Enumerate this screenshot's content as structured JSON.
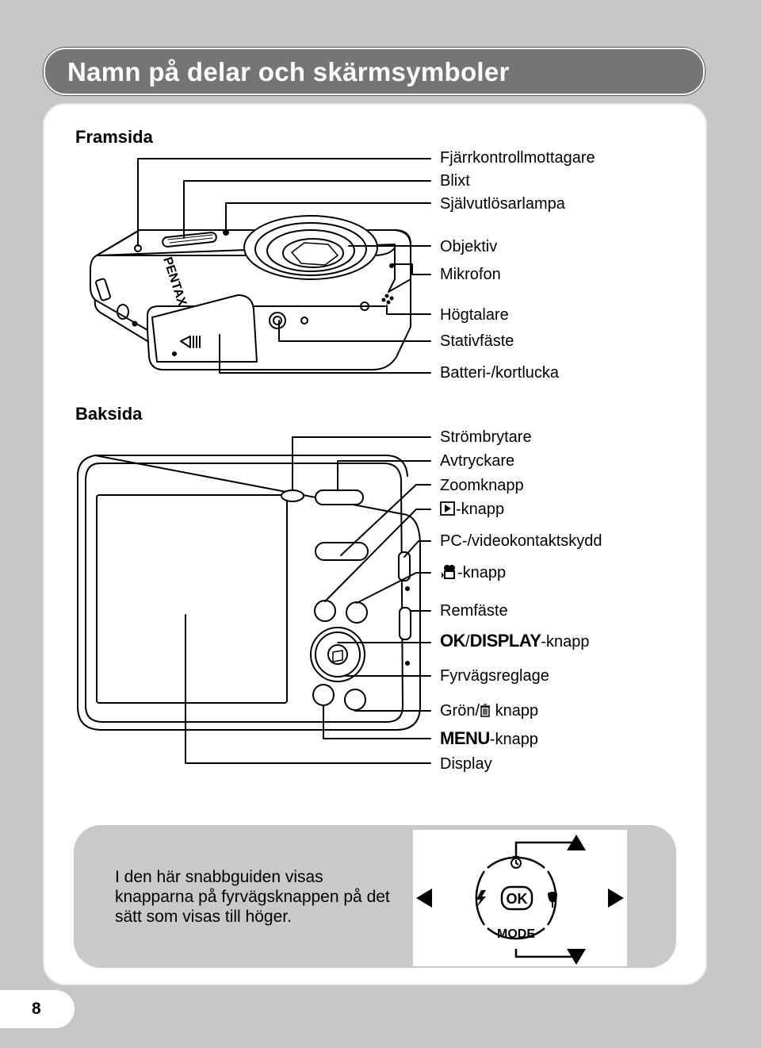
{
  "title": "Namn på delar och skärmsymboler",
  "front": {
    "heading": "Framsida",
    "labels": [
      "Fjärrkontrollmottagare",
      "Blixt",
      "Självutlösarlampa",
      "Objektiv",
      "Mikrofon",
      "Högtalare",
      "Stativfäste",
      "Batteri-/kortlucka"
    ]
  },
  "back": {
    "heading": "Baksida",
    "labels": [
      "Strömbrytare",
      "Avtryckare",
      "Zoomknapp",
      "-knapp",
      "PC-/videokontaktskydd",
      "-knapp",
      "Remfäste",
      "-knapp",
      "Fyrvägsreglage",
      "Grön/",
      " knapp",
      "-knapp",
      "Display"
    ],
    "ok_symbol": "OK",
    "display_symbol": "DISPLAY",
    "menu_symbol": "MENU"
  },
  "brand_logo": "PENTAX",
  "note": {
    "text": "I den här snabbguiden visas knapparna på fyrvägsknappen på det sätt som visas till höger.",
    "ok_label": "OK",
    "mode_label": "MODE"
  },
  "page_number": "8"
}
